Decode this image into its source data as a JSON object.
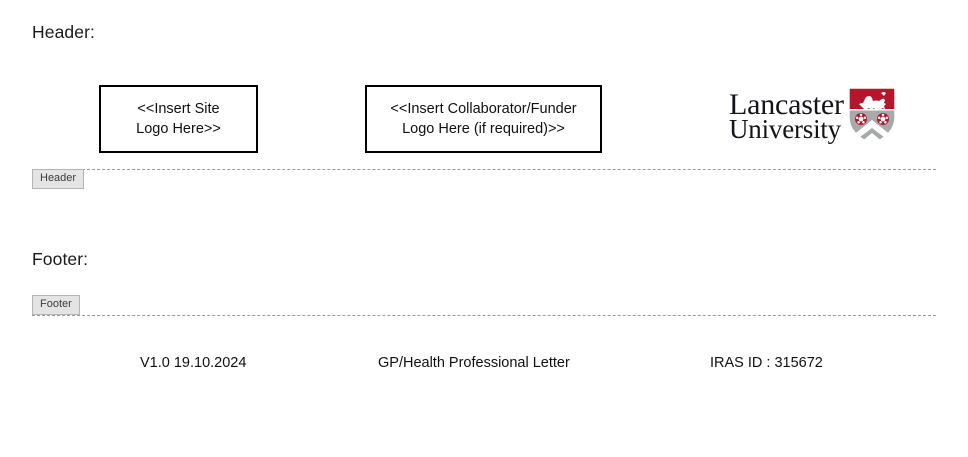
{
  "document": {
    "header_section": {
      "label": "Header:",
      "boundary_tab_label": "Header",
      "logo_placeholders": [
        {
          "name": "site-logo",
          "line1": "<<Insert Site",
          "line2": "Logo Here>>"
        },
        {
          "name": "collaborator-logo",
          "line1": "<<Insert Collaborator/Funder",
          "line2": "Logo Here (if required)>>"
        }
      ],
      "institution_logo": {
        "line1": "Lancaster",
        "line2": "University",
        "crest_alt": "lancaster-university-shield-crest",
        "crest_red": "#b4162c",
        "crest_grey": "#a7a9ac",
        "crest_white": "#ffffff"
      }
    },
    "footer_section": {
      "label": "Footer:",
      "boundary_tab_label": "Footer",
      "content": {
        "version": "V1.0 19.10.2024",
        "title": "GP/Health Professional Letter",
        "iras": "IRAS ID : 315672"
      }
    },
    "colors": {
      "page_background": "#ffffff",
      "text": "#111111",
      "boundary_dash": "#9a9a9a",
      "boundary_tab_fill": "#e4e4e4",
      "boundary_tab_border": "#b4b4b4",
      "placeholder_box_border": "#000000"
    }
  }
}
